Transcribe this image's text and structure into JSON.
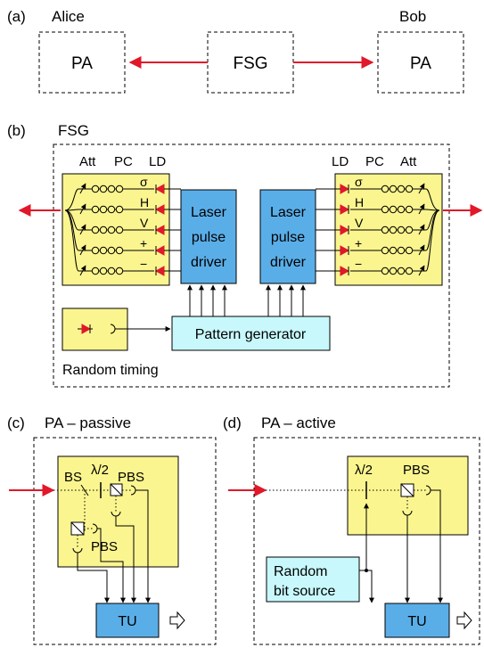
{
  "panel_a": {
    "label": "(a)",
    "alice": "Alice",
    "bob": "Bob",
    "left_box": "PA",
    "center_box": "FSG",
    "right_box": "PA"
  },
  "panel_b": {
    "label": "(b)",
    "title": "FSG",
    "left_header": [
      "Att",
      "PC",
      "LD"
    ],
    "right_header": [
      "LD",
      "PC",
      "Att"
    ],
    "left_states": [
      "σ",
      "H",
      "V",
      "+",
      "−"
    ],
    "right_states": [
      "σ",
      "H",
      "V",
      "+",
      "−"
    ],
    "laser_driver_lines": [
      "Laser",
      "pulse",
      "driver"
    ],
    "pattern_generator": "Pattern generator",
    "random_timing": "Random timing"
  },
  "panel_c": {
    "label": "(c)",
    "title": "PA – passive",
    "bs": "BS",
    "halfwave": "λ/2",
    "pbs_top": "PBS",
    "pbs_bottom": "PBS",
    "tu": "TU"
  },
  "panel_d": {
    "label": "(d)",
    "title": "PA – active",
    "halfwave": "λ/2",
    "pbs": "PBS",
    "random_source_lines": [
      "Random",
      "bit source"
    ],
    "tu": "TU"
  },
  "colors": {
    "yellow": "#fbf58f",
    "blue": "#5aaee8",
    "cyan": "#c8f8fb",
    "red": "#e0182a"
  }
}
